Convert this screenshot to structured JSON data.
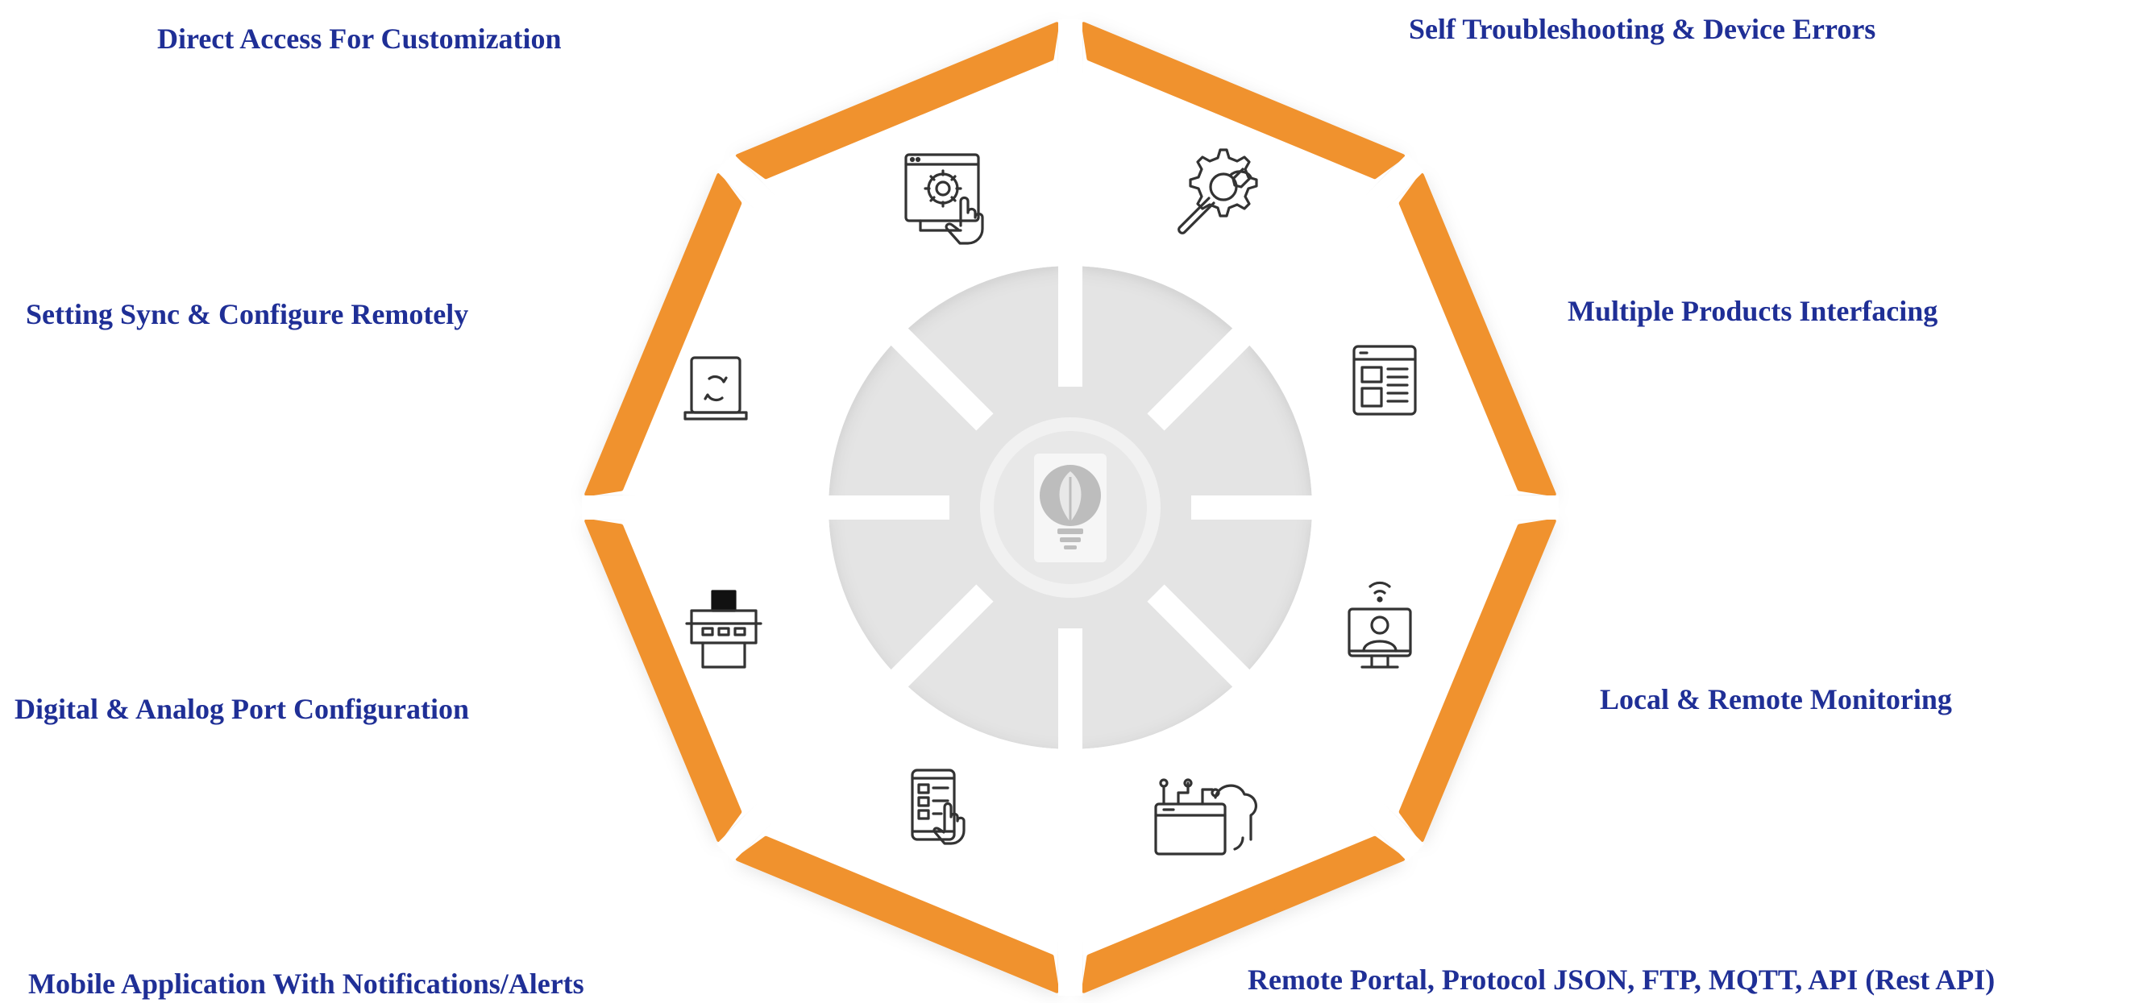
{
  "center": {
    "icon": "lightbulb-leaf-icon"
  },
  "segments": [
    {
      "id": "direct-access",
      "label": "Direct Access For Customization",
      "icon": "settings-monitor-touch-icon"
    },
    {
      "id": "self-troubleshooting",
      "label": "Self Troubleshooting & Device Errors",
      "icon": "gear-wrench-icon"
    },
    {
      "id": "multiple-products",
      "label": "Multiple Products Interfacing",
      "icon": "browser-window-icon"
    },
    {
      "id": "local-remote-monitoring",
      "label": "Local & Remote Monitoring",
      "icon": "monitor-person-wifi-icon"
    },
    {
      "id": "remote-portal",
      "label": "Remote Portal, Protocol JSON, FTP, MQTT, API (Rest API)",
      "icon": "cloud-circuit-window-icon"
    },
    {
      "id": "mobile-application",
      "label": "Mobile Application With Notifications/Alerts",
      "icon": "mobile-touch-icon"
    },
    {
      "id": "digital-analog-port",
      "label": "Digital & Analog Port Configuration",
      "icon": "port-connector-icon"
    },
    {
      "id": "setting-sync",
      "label": "Setting Sync & Configure Remotely",
      "icon": "laptop-sync-icon"
    }
  ],
  "colors": {
    "accent": "#f0922f",
    "label_text": "#1f2f96",
    "segment_fill": "#ffffff",
    "inner_ring": "#e4e4e4",
    "center_disc": "#ececec",
    "icon_stroke": "#333333"
  }
}
